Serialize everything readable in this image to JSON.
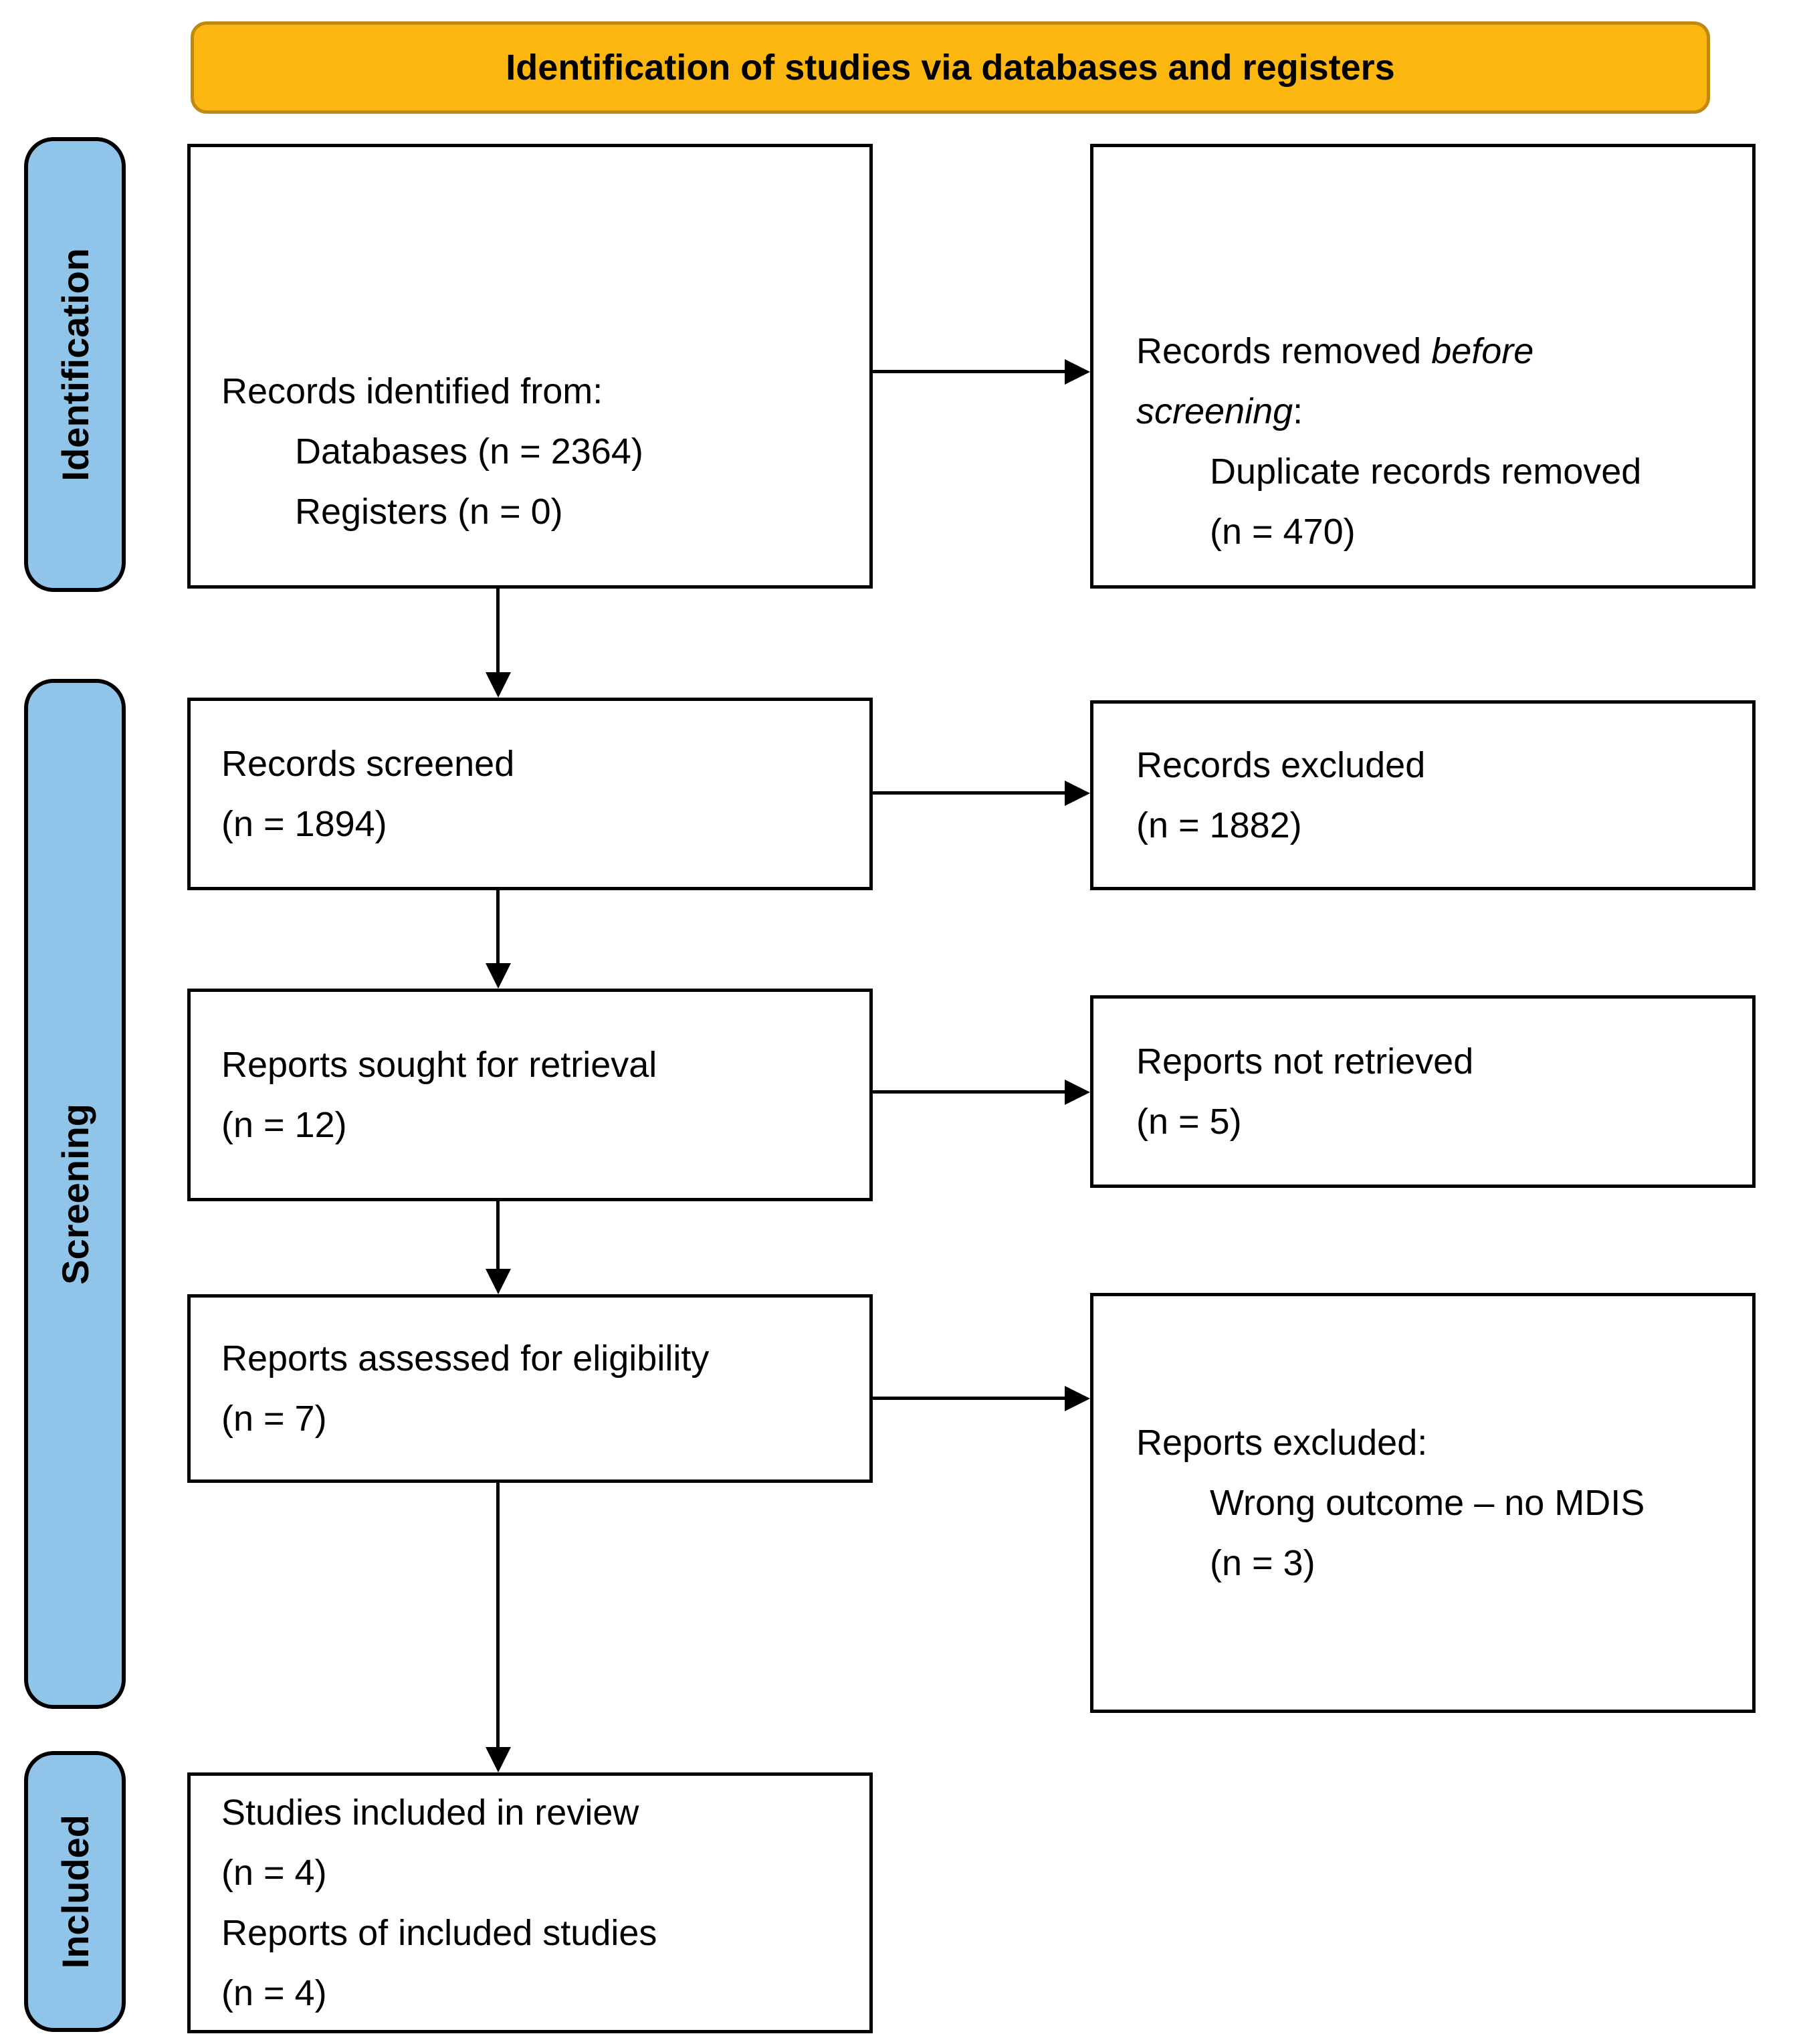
{
  "banner": {
    "title": "Identification of studies via databases and registers"
  },
  "stages": [
    {
      "label": "Identification"
    },
    {
      "label": "Screening"
    },
    {
      "label": "Included"
    }
  ],
  "boxes": [
    {
      "name": "records-identified",
      "lines": [
        {
          "indent": false,
          "segments": [
            {
              "t": "Records identified from:"
            }
          ]
        },
        {
          "indent": true,
          "segments": [
            {
              "t": "Databases (n = 2364)"
            }
          ]
        },
        {
          "indent": true,
          "segments": [
            {
              "t": "Registers (n = 0)"
            }
          ]
        }
      ]
    },
    {
      "name": "records-removed-before-screening",
      "lines": [
        {
          "indent": false,
          "segments": [
            {
              "t": "Records removed "
            },
            {
              "t": "before",
              "italic": true
            }
          ]
        },
        {
          "indent": false,
          "segments": [
            {
              "t": "screening",
              "italic": true
            },
            {
              "t": ":"
            }
          ]
        },
        {
          "indent": true,
          "segments": [
            {
              "t": "Duplicate records removed"
            }
          ]
        },
        {
          "indent": true,
          "segments": [
            {
              "t": "(n = 470)"
            }
          ]
        }
      ]
    },
    {
      "name": "records-screened",
      "lines": [
        {
          "indent": false,
          "segments": [
            {
              "t": "Records screened"
            }
          ]
        },
        {
          "indent": false,
          "segments": [
            {
              "t": "(n = 1894)"
            }
          ]
        }
      ]
    },
    {
      "name": "records-excluded",
      "lines": [
        {
          "indent": false,
          "segments": [
            {
              "t": "Records excluded"
            }
          ]
        },
        {
          "indent": false,
          "segments": [
            {
              "t": "(n = 1882)"
            }
          ]
        }
      ]
    },
    {
      "name": "reports-sought-for-retrieval",
      "lines": [
        {
          "indent": false,
          "segments": [
            {
              "t": "Reports sought for retrieval"
            }
          ]
        },
        {
          "indent": false,
          "segments": [
            {
              "t": "(n = 12)"
            }
          ]
        }
      ]
    },
    {
      "name": "reports-not-retrieved",
      "lines": [
        {
          "indent": false,
          "segments": [
            {
              "t": "Reports not retrieved"
            }
          ]
        },
        {
          "indent": false,
          "segments": [
            {
              "t": "(n = 5)"
            }
          ]
        }
      ]
    },
    {
      "name": "reports-assessed-for-eligibility",
      "lines": [
        {
          "indent": false,
          "segments": [
            {
              "t": "Reports assessed for eligibility"
            }
          ]
        },
        {
          "indent": false,
          "segments": [
            {
              "t": "(n = 7)"
            }
          ]
        }
      ]
    },
    {
      "name": "reports-excluded",
      "lines": [
        {
          "indent": false,
          "segments": [
            {
              "t": "Reports excluded:"
            }
          ]
        },
        {
          "indent": true,
          "segments": [
            {
              "t": "Wrong outcome – no MDIS"
            }
          ]
        },
        {
          "indent": true,
          "segments": [
            {
              "t": "(n = 3)"
            }
          ]
        }
      ]
    },
    {
      "name": "studies-included-in-review",
      "lines": [
        {
          "indent": false,
          "segments": [
            {
              "t": "Studies included in review"
            }
          ]
        },
        {
          "indent": false,
          "segments": [
            {
              "t": "(n = 4)"
            }
          ]
        },
        {
          "indent": false,
          "segments": [
            {
              "t": "Reports of included studies"
            }
          ]
        },
        {
          "indent": false,
          "segments": [
            {
              "t": "(n = 4)"
            }
          ]
        }
      ]
    }
  ],
  "colors": {
    "banner_bg": "#FBB60F",
    "banner_border": "#C08A10",
    "stage_bg": "#90C4E8",
    "box_border": "#000000"
  }
}
